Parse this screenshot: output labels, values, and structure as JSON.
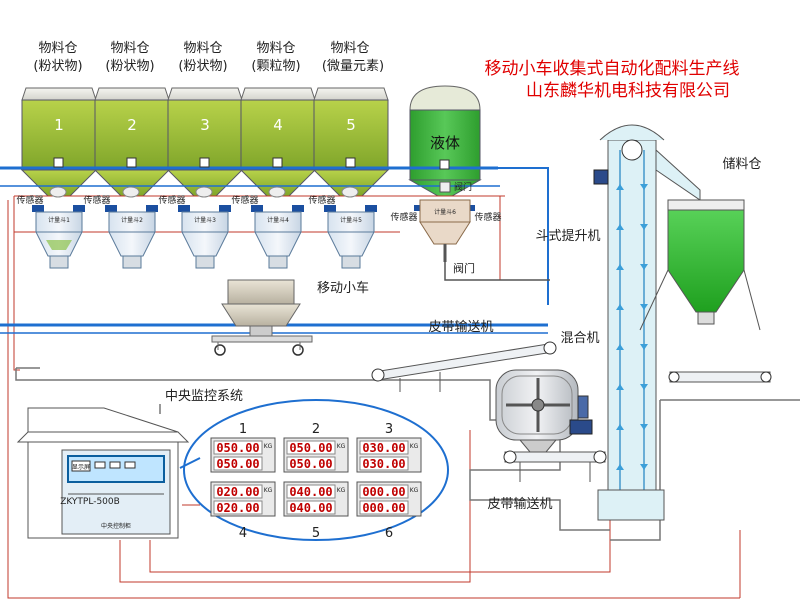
{
  "title": {
    "line1": "移动小车收集式自动化配料生产线",
    "line2": "山东麟华机电科技有限公司"
  },
  "silos": [
    {
      "number": "1",
      "name": "物料仓",
      "type": "(粉状物)",
      "weigh_label": "计量斗1"
    },
    {
      "number": "2",
      "name": "物料仓",
      "type": "(粉状物)",
      "weigh_label": "计量斗2"
    },
    {
      "number": "3",
      "name": "物料仓",
      "type": "(粉状物)",
      "weigh_label": "计量斗3"
    },
    {
      "number": "4",
      "name": "物料仓",
      "type": "(颗粒物)",
      "weigh_label": "计量斗4"
    },
    {
      "number": "5",
      "name": "物料仓",
      "type": "(微量元素)",
      "weigh_label": "计量斗5"
    }
  ],
  "sensor_label": "传感器",
  "liquid": {
    "label": "液体",
    "weigh_label": "计量斗6",
    "valve": "阀门",
    "valve2": "阀门",
    "sensor": "传感器",
    "sensor2": "传感器"
  },
  "labels": {
    "cart": "移动小车",
    "belt1": "皮带输送机",
    "belt2": "皮带输送机",
    "mixer": "混合机",
    "elevator": "斗式提升机",
    "storage": "储料仓",
    "control": "中央监控系统"
  },
  "cabinet": {
    "screen_label": "显示屏",
    "model": "ZKYTPL-500B",
    "footer": "中央控制柜"
  },
  "panels": [
    {
      "number": "1",
      "top": "050.00",
      "bottom": "050.00"
    },
    {
      "number": "2",
      "top": "050.00",
      "bottom": "050.00"
    },
    {
      "number": "3",
      "top": "030.00",
      "bottom": "030.00"
    },
    {
      "number": "4",
      "top": "020.00",
      "bottom": "020.00"
    },
    {
      "number": "5",
      "top": "040.00",
      "bottom": "040.00"
    },
    {
      "number": "6",
      "top": "000.00",
      "bottom": "000.00"
    }
  ],
  "unit": "KG",
  "colors": {
    "accent_blue": "#1e6fd0",
    "fill_green": "#9cc43a",
    "liquid_green": "#3bb53b",
    "red_wire": "#c0392b",
    "title_red": "#e00000"
  }
}
